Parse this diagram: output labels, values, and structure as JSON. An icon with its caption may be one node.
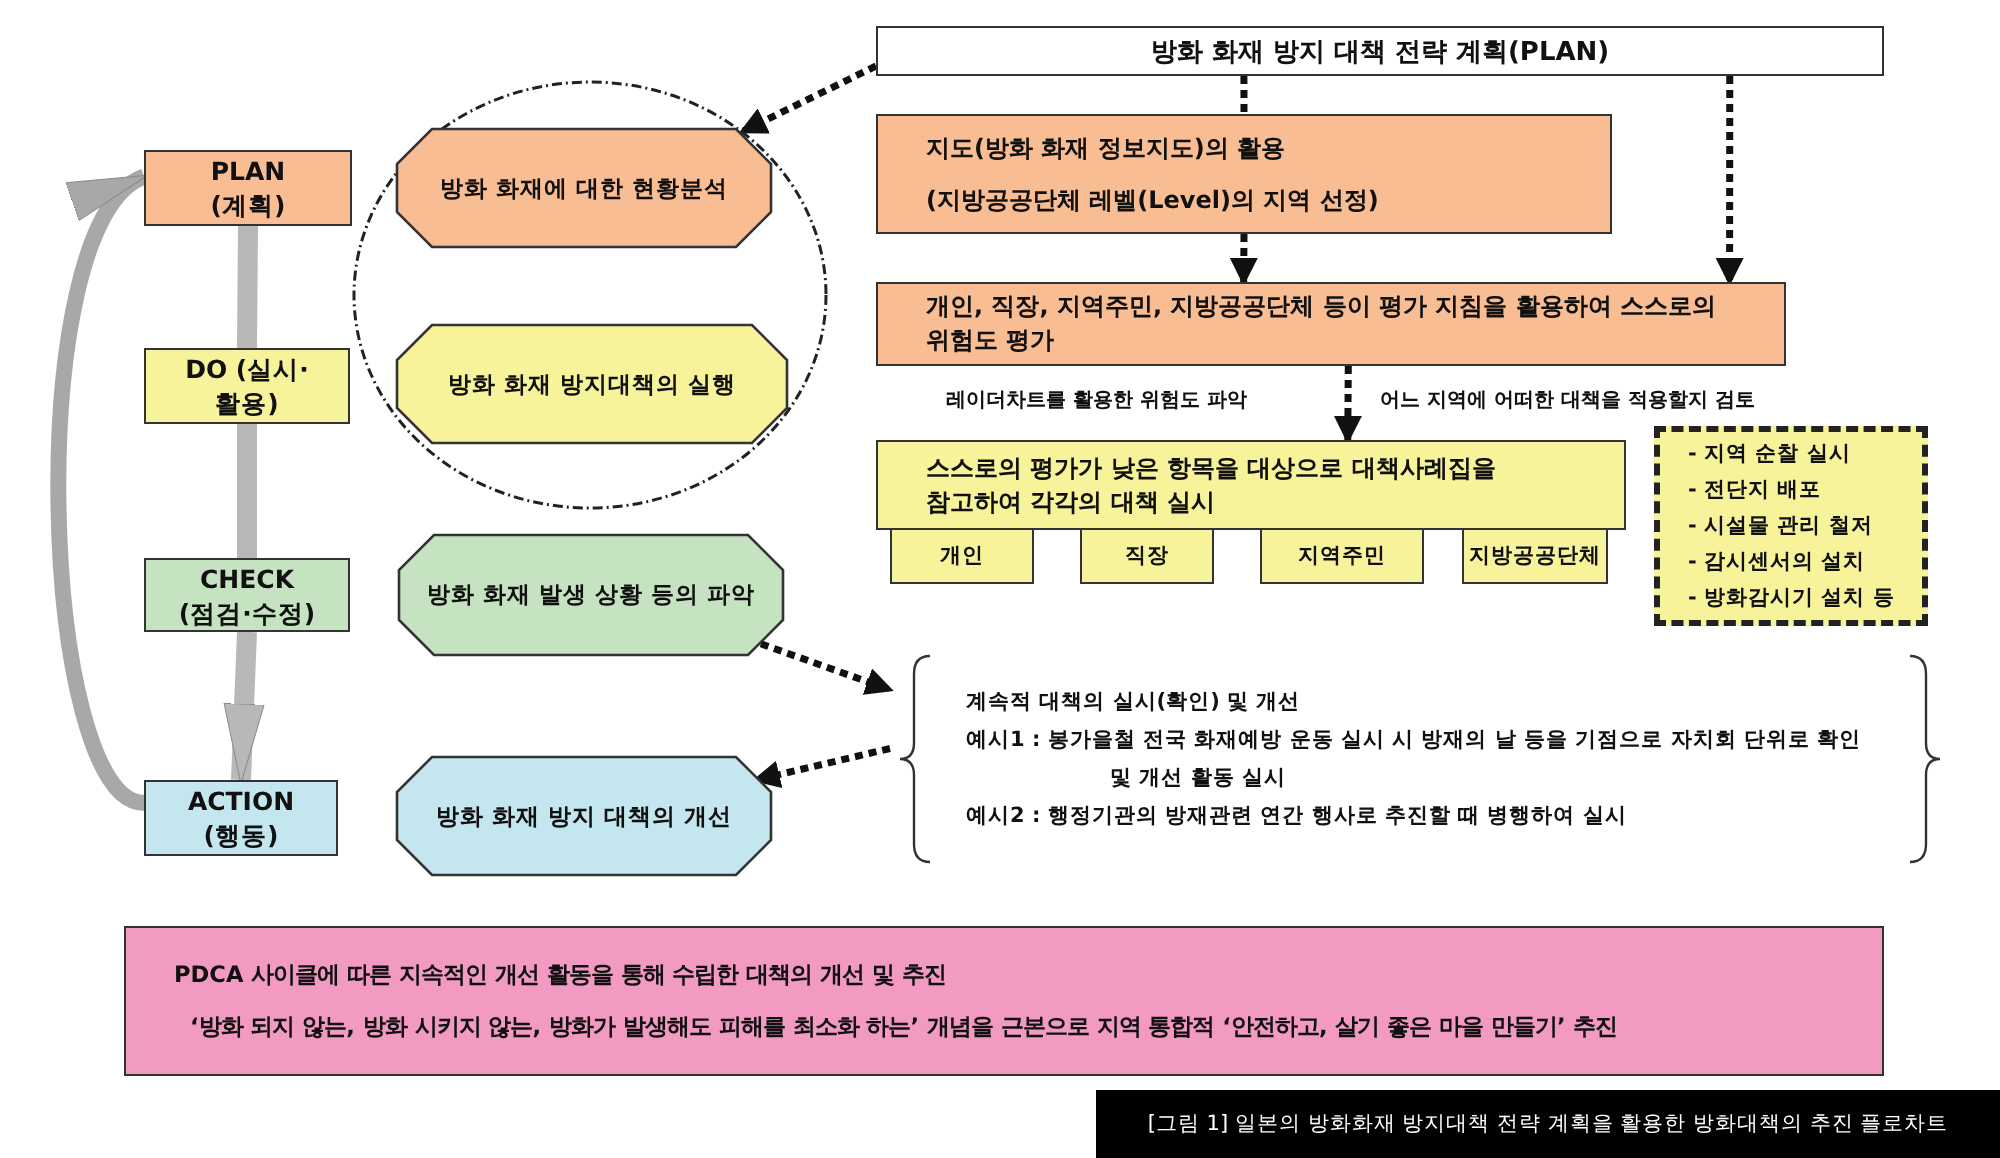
{
  "diagram": {
    "caption": "[그림 1] 일본의 방화화재 방지대책 전략 계획을 활용한 방화대책의 추진 플로차트",
    "nodes": [
      {
        "text": [
          "PLAN (계획)"
        ]
      },
      {
        "text": [
          "DO (실시·활용)"
        ]
      },
      {
        "text": [
          "CHECK (점검·수정)"
        ]
      },
      {
        "text": [
          "ACTION (행동)"
        ]
      },
      {
        "text": [],
        "shape": "circle"
      },
      {
        "text": [
          "방화 화재에 대한 현황분석"
        ],
        "in": 4
      },
      {
        "text": [
          "방화 화재 방지대책의 실행"
        ],
        "in": 4
      },
      {
        "text": [
          "방화 화재 발생 상황 등의 파악"
        ]
      },
      {
        "text": [
          "방화 화재 방지 대책의 개선"
        ]
      },
      {
        "text": [
          "방화 화재 방지 대책 전략 계획(PLAN)"
        ]
      },
      {
        "text": [
          "지도(방화 화재 정보지도)의 활용",
          "(지방공공단체 레벨(Level)의 지역 선정)"
        ]
      },
      {
        "text": [
          "개인, 직장, 지역주민, 지방공공단체 등이 평가 지침을 활용하여 스스로의 위험도 평가"
        ]
      },
      {
        "text": [
          "스스로의 평가가 낮은 항목을 대상으로 대책사례집을 참고하여 각각의 대책 실시"
        ]
      },
      {
        "text": [
          "개인"
        ]
      },
      {
        "text": [
          "직장"
        ]
      },
      {
        "text": [
          "지역주민"
        ]
      },
      {
        "text": [
          "지방공공단체"
        ]
      },
      {
        "text": [
          "- 지역 순찰 실시",
          "- 전단지 배포",
          "- 시설물 관리 철저",
          "- 감시센서의 설치",
          "- 방화감시기 설치 등"
        ]
      },
      {
        "text": [
          "계속적 대책의 실시(확인) 및 개선",
          "예시1 : 봉가을철 전국 화재예방 운동 실시 시 방재의 날 등을 기점으로 자치회 단위로 확인 및 개선 활동 실시",
          "예시2 : 행정기관의 방재관련 연간 행사로 추진할 때 병행하여 실시"
        ]
      },
      {
        "text": [
          "PDCA 사이클에 따른 지속적인 개선 활동을 통해 수립한 대책의 개선 및 추진",
          "‘방화 되지 않는, 방화 시키지 않는, 방화가 발생해도 피해를 최소화 하는’ 개념을 근본으로 지역 통합적 ‘안전하고, 살기 좋은 마을 만들기’ 추진"
        ]
      }
    ],
    "edges": [
      {
        "from": 9,
        "to": 4,
        "arrow": "to",
        "style": "dashed"
      },
      {
        "from": 9,
        "to": 10,
        "arrow": "none",
        "style": "dashed"
      },
      {
        "from": 10,
        "to": 11,
        "arrow": "to",
        "style": "dashed"
      },
      {
        "from": 9,
        "to": 11,
        "arrow": "to",
        "style": "dashed"
      },
      {
        "from": 11,
        "to": 12,
        "arrow": "to",
        "style": "dashed"
      },
      {
        "from": 7,
        "to": 18,
        "arrow": "to",
        "style": "dashed"
      },
      {
        "from": 18,
        "to": 8,
        "arrow": "to",
        "style": "dashed"
      },
      {
        "from": 0,
        "to": 1,
        "arrow": "none",
        "style": "thick",
        "color": "#b8b8b8"
      },
      {
        "from": 1,
        "to": 2,
        "arrow": "none",
        "style": "thick",
        "color": "#b8b8b8"
      },
      {
        "from": 2,
        "to": 3,
        "arrow": "to",
        "style": "thick",
        "color": "#b8b8b8"
      },
      {
        "from": 3,
        "to": 0,
        "arrow": "to",
        "style": "thick",
        "color": "#a8a8a8"
      }
    ],
    "labels": [
      "레이더차트를 활용한 위험도 파악",
      "어느 지역에 어떠한 대책을 적용할지 검토"
    ]
  }
}
